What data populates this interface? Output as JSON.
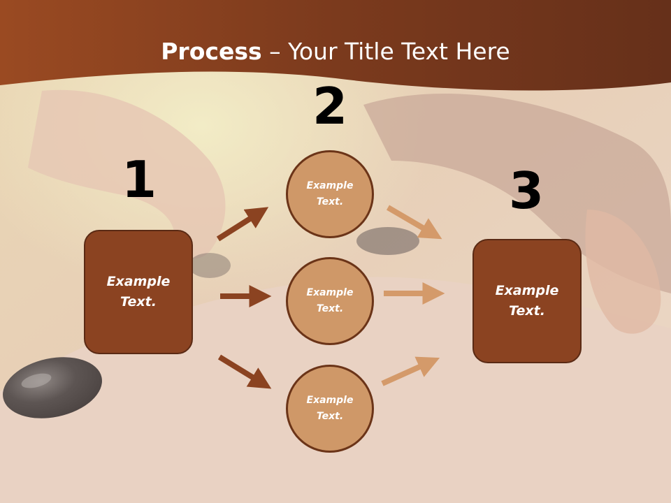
{
  "slide": {
    "title_bold": "Process",
    "title_rest": " – Your Title Text Here",
    "step_numbers": [
      "1",
      "2",
      "3"
    ],
    "left_box": {
      "line1": "Example",
      "line2": "Text."
    },
    "right_box": {
      "line1": "Example",
      "line2": "Text."
    },
    "circles": [
      {
        "line1": "Example",
        "line2": "Text."
      },
      {
        "line1": "Example",
        "line2": "Text."
      },
      {
        "line1": "Example",
        "line2": "Text."
      }
    ],
    "colors": {
      "header_band": "#8b4321",
      "box_fill": "#8b4321",
      "circle_fill": "#cf9868",
      "arrow_dark": "#8b4321",
      "arrow_light": "#d49a6a"
    }
  }
}
